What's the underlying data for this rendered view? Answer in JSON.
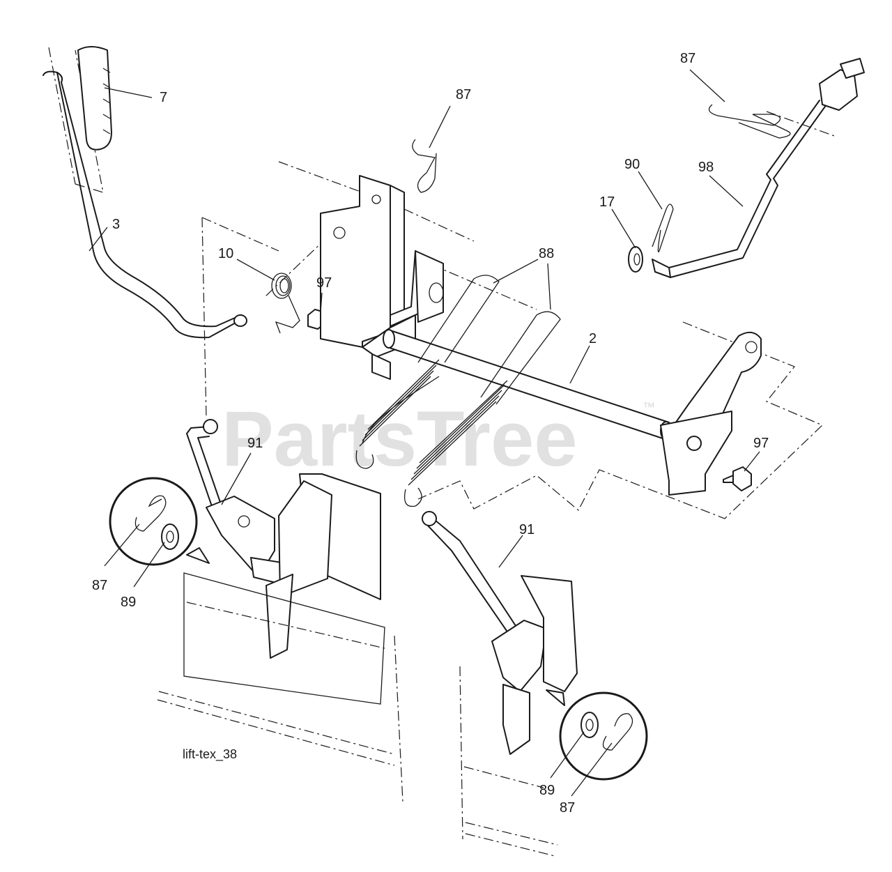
{
  "diagram": {
    "caption": "lift-tex_38",
    "watermark": "PartsTree",
    "trademark": "™",
    "callouts": [
      {
        "id": "c7",
        "label": "7"
      },
      {
        "id": "c3",
        "label": "3"
      },
      {
        "id": "c10",
        "label": "10"
      },
      {
        "id": "c97a",
        "label": "97"
      },
      {
        "id": "c87a",
        "label": "87"
      },
      {
        "id": "c88",
        "label": "88"
      },
      {
        "id": "c87b",
        "label": "87"
      },
      {
        "id": "c90",
        "label": "90"
      },
      {
        "id": "c98",
        "label": "98"
      },
      {
        "id": "c17",
        "label": "17"
      },
      {
        "id": "c2",
        "label": "2"
      },
      {
        "id": "c97b",
        "label": "97"
      },
      {
        "id": "c91a",
        "label": "91"
      },
      {
        "id": "c91b",
        "label": "91"
      },
      {
        "id": "c87c",
        "label": "87"
      },
      {
        "id": "c89a",
        "label": "89"
      },
      {
        "id": "c89b",
        "label": "89"
      },
      {
        "id": "c87d",
        "label": "87"
      }
    ]
  }
}
